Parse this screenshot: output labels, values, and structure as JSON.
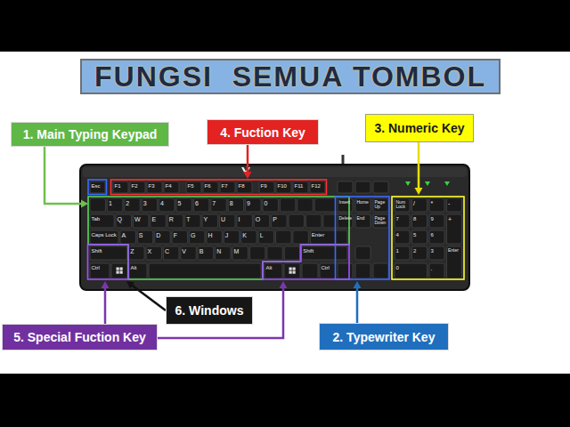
{
  "diagram": {
    "title": "FUNGSI  SEMUA TOMBOL",
    "nodes": [
      {
        "text": [
          "1. Main Typing Keypad"
        ]
      },
      {
        "text": [
          "4. Fuction Key"
        ]
      },
      {
        "text": [
          "3. Numeric Key"
        ]
      },
      {
        "text": [
          "6. Windows"
        ]
      },
      {
        "text": [
          "5. Special Fuction Key"
        ]
      },
      {
        "text": [
          "2. Typewriter Key"
        ]
      }
    ],
    "labels": [
      "Esc",
      "F1",
      "F2",
      "F3",
      "F4",
      "F5",
      "F6",
      "F7",
      "F8",
      "F9",
      "F10",
      "F11",
      "F12",
      "1",
      "2",
      "3",
      "4",
      "5",
      "6",
      "7",
      "8",
      "9",
      "0",
      "Tab",
      "Q",
      "W",
      "E",
      "R",
      "T",
      "Y",
      "U",
      "I",
      "O",
      "P",
      "Caps Lock",
      "A",
      "S",
      "D",
      "F",
      "G",
      "H",
      "J",
      "K",
      "L",
      "Enter",
      "Shift",
      "Z",
      "X",
      "C",
      "V",
      "B",
      "N",
      "M",
      "Shift",
      "Ctrl",
      "Alt",
      "Alt",
      "Ctrl",
      "Insert",
      "Home",
      "Page Up",
      "Delete",
      "End",
      "Page Down",
      "Num Lock",
      "/",
      "*",
      "-",
      "7",
      "8",
      "9",
      "+",
      "4",
      "5",
      "6",
      "1",
      "2",
      "3",
      "Enter",
      "0",
      "."
    ]
  }
}
